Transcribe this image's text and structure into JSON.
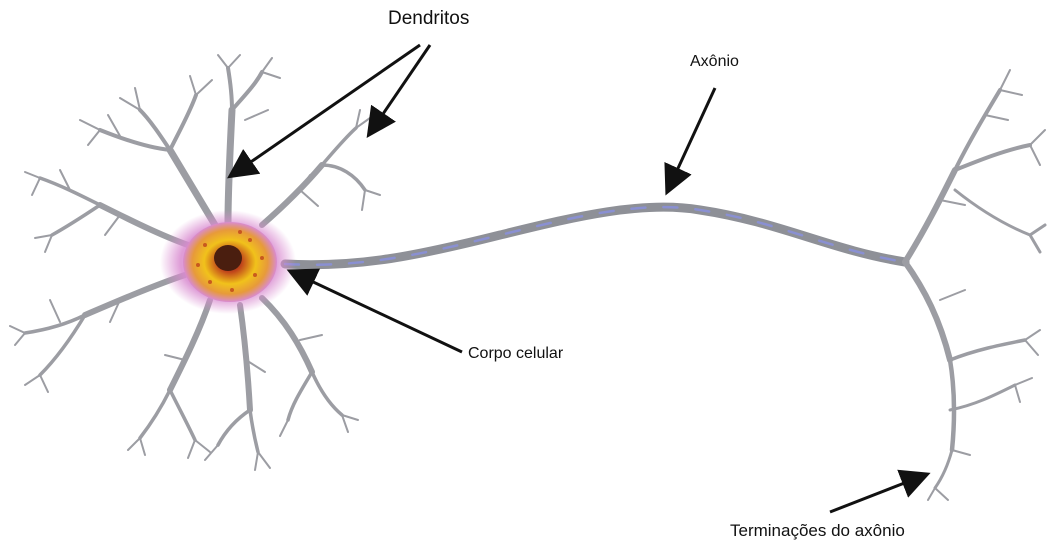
{
  "labels": {
    "dendrites": "Dendritos",
    "axon": "Axônio",
    "cell_body": "Corpo celular",
    "axon_terminals": "Terminações do axônio"
  },
  "colors": {
    "neuron_fill": "#a7a8ad",
    "neuron_stroke": "#7e7f86",
    "myelin_tint": "#7f86d6",
    "soma_halo": "#d98bd0",
    "soma_core": "#f1c21b",
    "nucleus": "#c0451b",
    "arrow": "#111111"
  }
}
